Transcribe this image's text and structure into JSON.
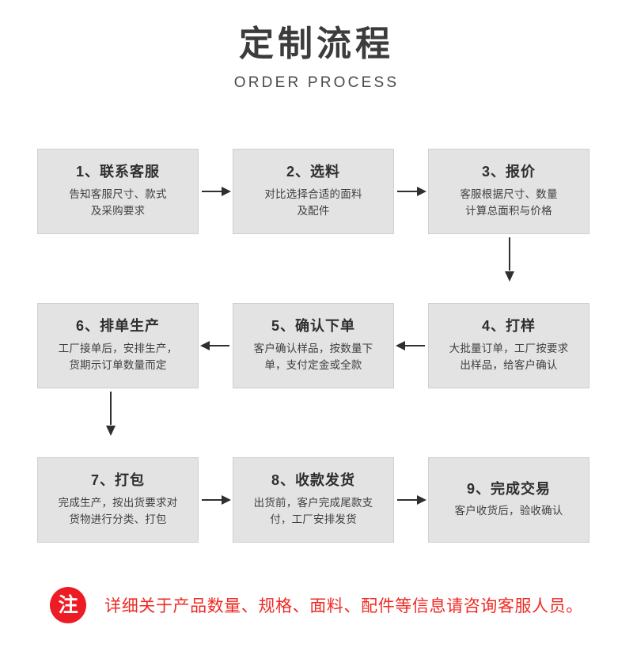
{
  "header": {
    "title_cn": "定制流程",
    "title_en": "ORDER PROCESS"
  },
  "flow": {
    "rows": [
      {
        "direction": "left-to-right",
        "steps": [
          {
            "title": "1、联系客服",
            "desc_lines": [
              "告知客服尺寸、款式",
              "及采购要求"
            ]
          },
          {
            "title": "2、选料",
            "desc_lines": [
              "对比选择合适的面料",
              "及配件"
            ]
          },
          {
            "title": "3、报价",
            "desc_lines": [
              "客服根据尺寸、数量",
              "计算总面积与价格"
            ]
          }
        ]
      },
      {
        "direction": "right-to-left",
        "steps": [
          {
            "title": "6、排单生产",
            "desc_lines": [
              "工厂接单后，安排生产，",
              "货期示订单数量而定"
            ]
          },
          {
            "title": "5、确认下单",
            "desc_lines": [
              "客户确认样品，按数量下",
              "单，支付定金或全款"
            ]
          },
          {
            "title": "4、打样",
            "desc_lines": [
              "大批量订单，工厂按要求",
              "出样品，给客户确认"
            ]
          }
        ]
      },
      {
        "direction": "left-to-right",
        "steps": [
          {
            "title": "7、打包",
            "desc_lines": [
              "完成生产，按出货要求对",
              "货物进行分类、打包"
            ]
          },
          {
            "title": "8、收款发货",
            "desc_lines": [
              "出货前，客户完成尾款支",
              "付，工厂安排发货"
            ]
          },
          {
            "title": "9、完成交易",
            "desc_lines": [
              "客户收货后，验收确认"
            ]
          }
        ]
      }
    ]
  },
  "note": {
    "badge": "注",
    "text": "详细关于产品数量、规格、面料、配件等信息请咨询客服人员。"
  },
  "colors": {
    "box_fill": "#e3e3e3",
    "box_border": "#cfcfcf",
    "arrow": "#2f2f2f",
    "note_red": "#ed1c24",
    "title_text": "#3c3c3c"
  }
}
